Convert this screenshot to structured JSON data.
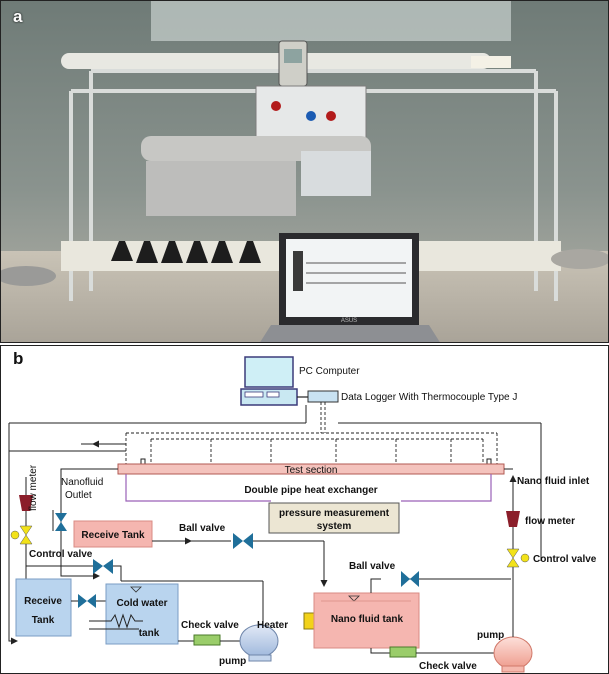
{
  "panel_a": {
    "letter": "a",
    "laptop_brand": "ASUS"
  },
  "panel_b": {
    "letter": "b",
    "labels": {
      "pc_computer": "PC Computer",
      "data_logger": "Data Logger With Thermocouple Type J",
      "test_section": "Test section",
      "double_pipe": "Double pipe heat exchanger",
      "pressure_line1": "pressure measurement",
      "pressure_line2": "system",
      "nanofluid_outlet_1": "Nanofluid",
      "nanofluid_outlet_2": "Outlet",
      "nanofluid_inlet": "Nano fluid inlet",
      "flow_meter_left": "flow meter",
      "flow_meter_right": "flow meter",
      "receive_tank_top": "Receive Tank",
      "ball_valve_top": "Ball valve",
      "ball_valve_right": "Ball valve",
      "control_valve_left": "Control valve",
      "control_valve_right": "Control valve",
      "receive_tank_left_1": "Receive",
      "receive_tank_left_2": "Tank",
      "cold_water_1": "Cold water",
      "cold_water_2": "tank",
      "check_valve_left": "Check valve",
      "check_valve_right": "Check valve",
      "heater": "Heater",
      "nano_fluid_tank": "Nano fluid tank",
      "pump_left": "pump",
      "pump_right": "pump"
    },
    "colors": {
      "tank_blue": "#b9d4ee",
      "receive_tank_pink": "#f5b6b0",
      "test_section_fill": "#f4c3bd",
      "pressure_box": "#ece6d3",
      "valve_blue": "#1f6f9a",
      "control_valve_yellow": "#f2e21a",
      "flow_meter": "#8b1e2a",
      "heater_yellow": "#f2d21a",
      "check_valve_green": "#9acd6a",
      "pump_left": "#c4d5ec",
      "pump_right": "#f5b8ad"
    }
  }
}
